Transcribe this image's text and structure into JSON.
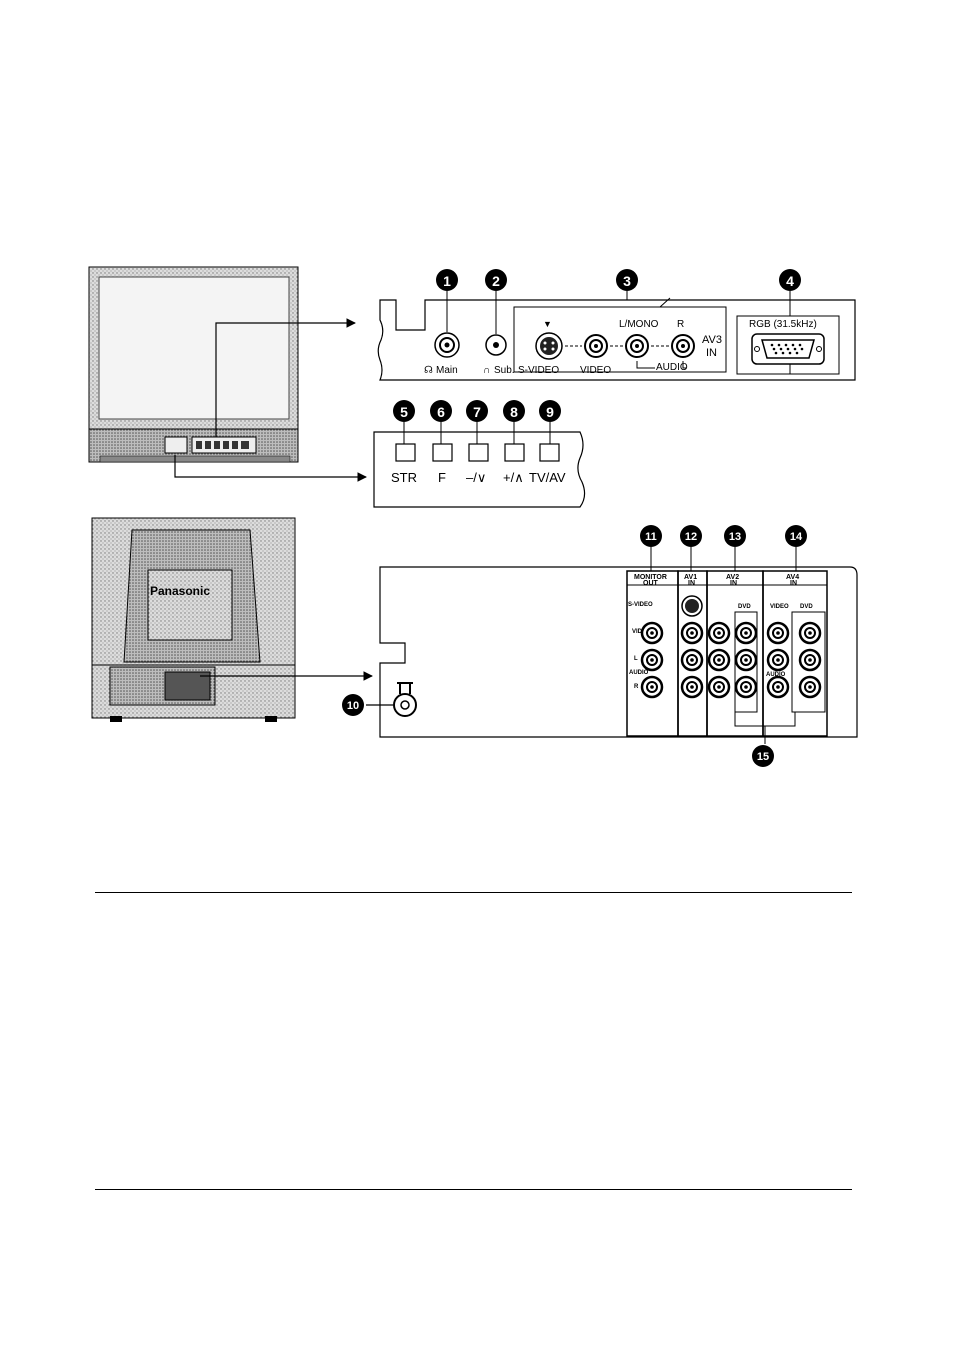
{
  "callouts": [
    "1",
    "2",
    "3",
    "4",
    "5",
    "6",
    "7",
    "8",
    "9",
    "10",
    "11",
    "12",
    "13",
    "14",
    "15"
  ],
  "front_jacks": {
    "main_label": "Main",
    "sub_label": "Sub.",
    "svideo_label": "S-VIDEO",
    "video_label": "VIDEO",
    "lmono_label": "L/MONO",
    "r_label": "R",
    "audio_label": "AUDIO",
    "av3_label": "AV3",
    "in_label": "IN",
    "rgb_label": "RGB (31.5kHz)"
  },
  "front_buttons": [
    "STR",
    "F",
    "–/∨",
    "+/∧",
    "TV/AV"
  ],
  "rear_panel": {
    "monitor_out": [
      "MONITOR",
      "OUT"
    ],
    "av1_in": [
      "AV1",
      "IN"
    ],
    "av2_in": [
      "AV2",
      "IN"
    ],
    "av4_in": [
      "AV4",
      "IN"
    ],
    "row_svideo": "S-VIDEO",
    "row_video": "VIDEO",
    "row_audio": "AUDIO",
    "dvd": "DVD",
    "video": "VIDEO",
    "l": "L",
    "r": "R"
  },
  "tv_brand": "Panasonic"
}
